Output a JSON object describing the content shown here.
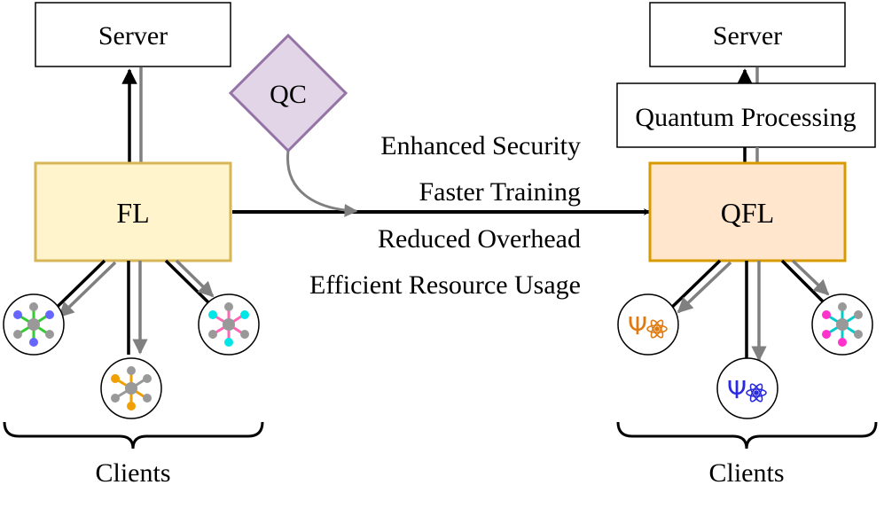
{
  "left": {
    "server_label": "Server",
    "core_label": "FL",
    "clients_label": "Clients"
  },
  "right": {
    "server_label": "Server",
    "processing_label": "Quantum Processing",
    "core_label": "QFL",
    "clients_label": "Clients"
  },
  "qc_label": "QC",
  "benefits": [
    "Enhanced Security",
    "Faster Training",
    "Reduced Overhead",
    "Efficient Resource Usage"
  ],
  "colors": {
    "fl_fill": "#fff4cc",
    "fl_stroke": "#d6b656",
    "qfl_fill": "#ffe6cc",
    "qfl_stroke": "#d79b00",
    "qc_fill": "#e1d5e7",
    "qc_stroke": "#9673a6",
    "gray_arrow": "#808080"
  },
  "client_icons": [
    "network-icon-blue-green",
    "network-icon-orange",
    "network-icon-cyan-pink",
    "quantum-psi-atom-icon-orange",
    "quantum-psi-atom-icon-blue",
    "network-icon-magenta-cyan"
  ]
}
